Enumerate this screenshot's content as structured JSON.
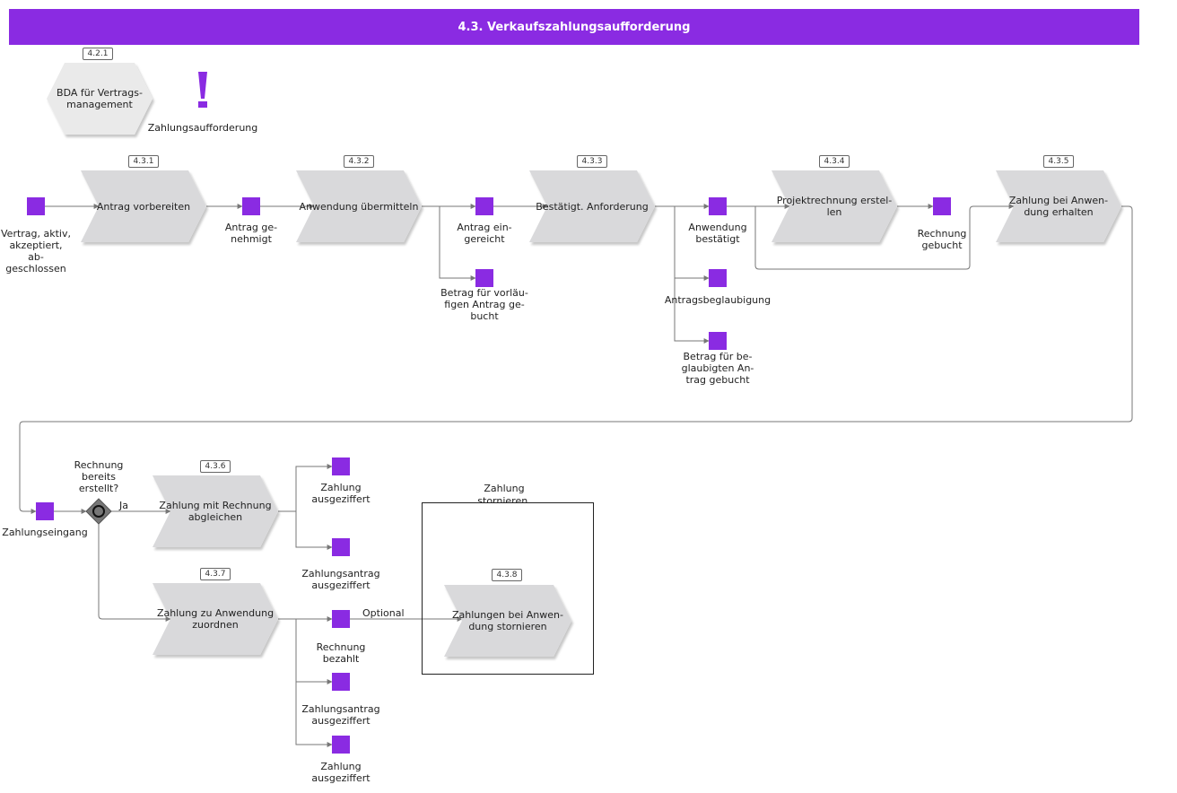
{
  "colors": {
    "header_bg": "#8a2be2",
    "event": "#8a2be2",
    "function_fill": "#d9d9db",
    "connector": "#777777",
    "gateway": "#777777"
  },
  "header": {
    "title": "4.3. Verkaufszahlungsaufforderung"
  },
  "process_interface": {
    "code": "4.2.1",
    "label": "BDA für Vertrags-\nmanagement"
  },
  "trigger": {
    "icon": "exclamation-icon",
    "label": "Zahlungsaufforderung"
  },
  "functions": {
    "f431": {
      "code": "4.3.1",
      "label": "Antrag vorbereiten"
    },
    "f432": {
      "code": "4.3.2",
      "label": "Anwendung übermitteln"
    },
    "f433": {
      "code": "4.3.3",
      "label": "Bestätigt. Anforderung"
    },
    "f434": {
      "code": "4.3.4",
      "label": "Projektrechnung erstel-\nlen"
    },
    "f435": {
      "code": "4.3.5",
      "label": "Zahlung bei Anwen-\ndung erhalten"
    },
    "f436": {
      "code": "4.3.6",
      "label": "Zahlung mit Rechnung\nabgleichen"
    },
    "f437": {
      "code": "4.3.7",
      "label": "Zahlung zu Anwendung\nzuordnen"
    },
    "f438": {
      "code": "4.3.8",
      "label": "Zahlungen bei Anwen-\ndung stornieren"
    }
  },
  "events": {
    "e1": "Vertrag, aktiv,\nakzeptiert, ab-\ngeschlossen",
    "e2": "Antrag ge-\nnehmigt",
    "e3": "Antrag ein-\ngereicht",
    "e4": "Betrag für vorläu-\nfigen Antrag ge-\nbucht",
    "e5": "Anwendung\nbestätigt",
    "e6": "Antragsbeglaubigung",
    "e7": "Betrag für be-\nglaubigten An-\ntrag gebucht",
    "e8": "Rechnung\ngebucht",
    "e9": "Zahlungseingang",
    "e10": "Zahlung\nausgeziffert",
    "e11": "Zahlungsantrag\nausgeziffert",
    "e12": "Rechnung\nbezahlt",
    "e13": "Zahlungsantrag\nausgeziffert",
    "e14": "Zahlung\nausgeziffert"
  },
  "gateway": {
    "label": "Rechnung\nbereits\nerstellt?",
    "yes_label": "Ja"
  },
  "optional_label": "Optional",
  "group": {
    "label": "Zahlung\nstornieren,\nGutschrift"
  }
}
